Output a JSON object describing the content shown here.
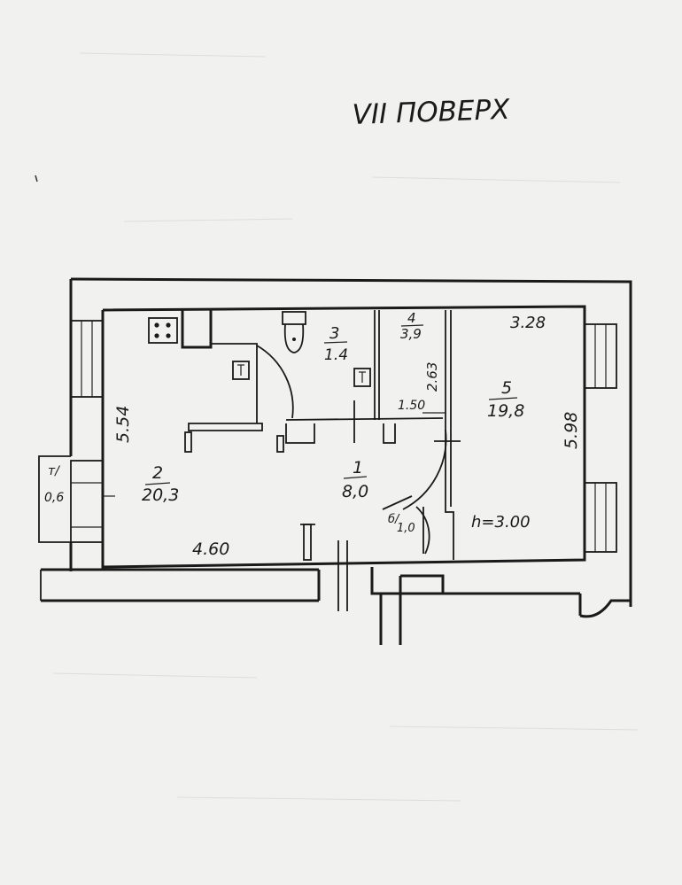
{
  "floor_title": "VII ПОВЕРХ",
  "rooms": [
    {
      "number": "1",
      "area": "8,0"
    },
    {
      "number": "2",
      "area": "20,3"
    },
    {
      "number": "3",
      "area": "1.4"
    },
    {
      "number": "4",
      "area": "3,9"
    },
    {
      "number": "5",
      "area": "19,8"
    },
    {
      "number": "т/",
      "area": "0,6"
    },
    {
      "number": "б/",
      "area": "1,0"
    }
  ],
  "dimensions": {
    "room2_height": "5.54",
    "room2_width": "4.60",
    "room5_width": "3.28",
    "room5_height": "5.98",
    "room4_height": "2.63",
    "room4_width": "1.50"
  },
  "ceiling_height": "h=3.00"
}
